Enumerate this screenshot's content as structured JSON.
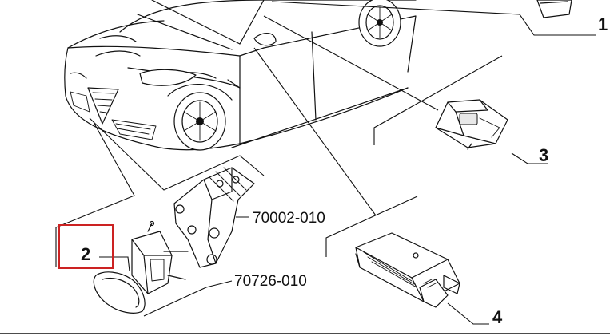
{
  "callouts": {
    "part_1": "1",
    "part_2": "2",
    "part_3": "3",
    "part_4": "4",
    "ref_a": "70002-010",
    "ref_b": "70726-010"
  },
  "colors": {
    "line": "#111111",
    "highlight_box": "#cc2222",
    "background": "#ffffff"
  }
}
